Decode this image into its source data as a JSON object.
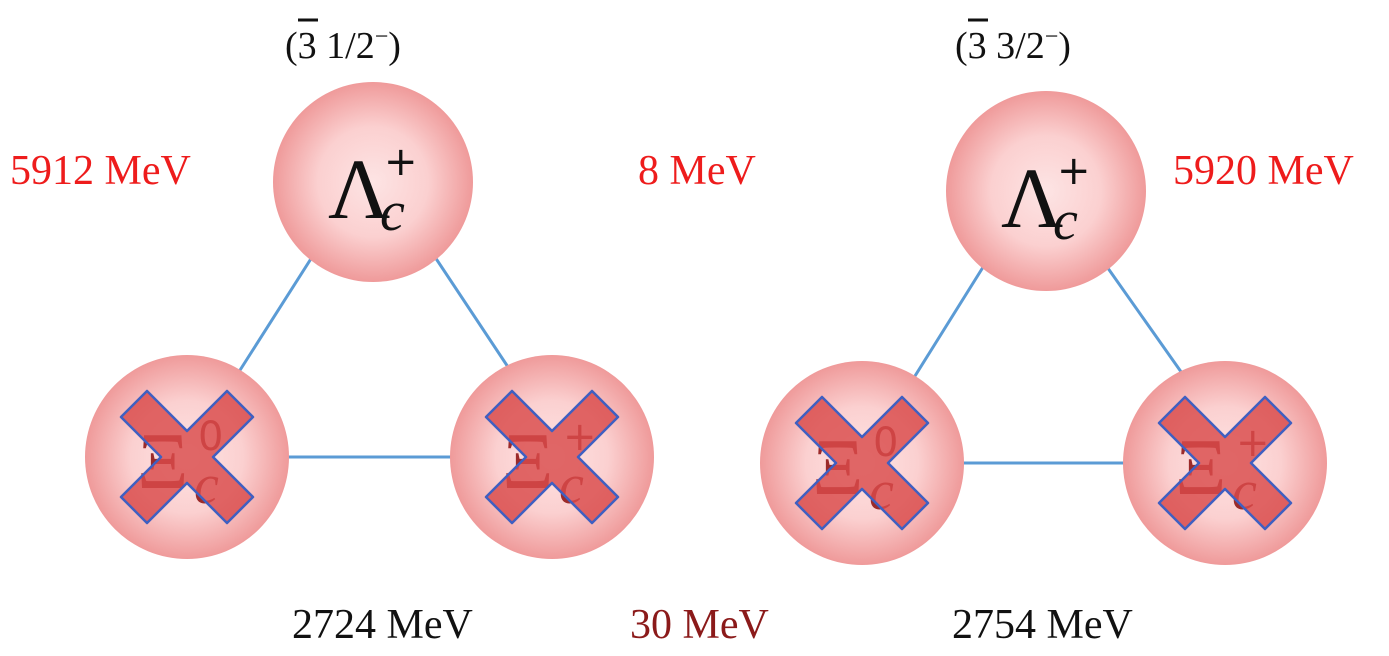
{
  "colors": {
    "highlight_text": "#ee1c1c",
    "dark_red_text": "#8b1a1a",
    "normal_text": "#111111",
    "edge_line": "#5b9bd5",
    "node_core": "#fbd3d3",
    "node_edge": "#ee8d8d",
    "cross_fill": "#d94b4b",
    "cross_stroke": "#3f5fc1"
  },
  "multiplets": [
    {
      "label_rep": "3",
      "label_spin": "1/2",
      "label_parity": "−",
      "top_node": {
        "base": "Λ",
        "sub": "c",
        "sup": "+",
        "crossed": false
      },
      "left_node": {
        "base": "Ξ",
        "sub": "c",
        "sup": "0",
        "crossed": true
      },
      "right_node": {
        "base": "Ξ",
        "sub": "c",
        "sup": "+",
        "crossed": true
      },
      "mass_label": "2724 MeV"
    },
    {
      "label_rep": "3",
      "label_spin": "3/2",
      "label_parity": "−",
      "top_node": {
        "base": "Λ",
        "sub": "c",
        "sup": "+",
        "crossed": false
      },
      "left_node": {
        "base": "Ξ",
        "sub": "c",
        "sup": "0",
        "crossed": true
      },
      "right_node": {
        "base": "Ξ",
        "sub": "c",
        "sup": "+",
        "crossed": true
      },
      "mass_label": "2754 MeV"
    }
  ],
  "annotations": {
    "left_top": "5912 MeV",
    "middle_top": "8 MeV",
    "right_top": "5920 MeV",
    "middle_bottom": "30 MeV"
  }
}
